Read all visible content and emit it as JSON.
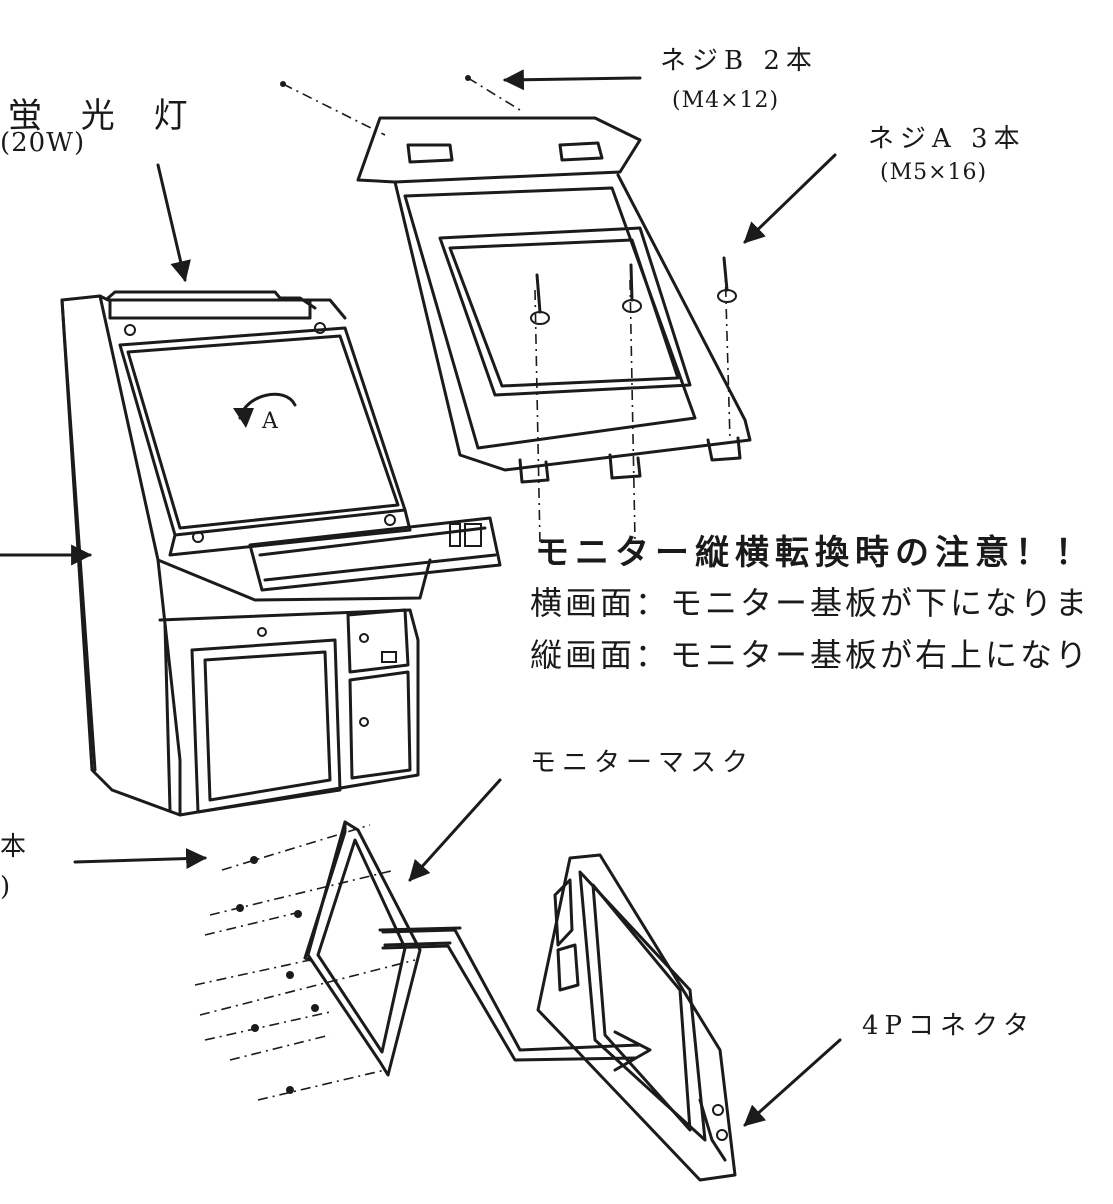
{
  "labels": {
    "fluorescent_lamp": "蛍 光 灯",
    "fluorescent_watt": "(20W)",
    "screw_b": "ネジB 2本",
    "screw_b_spec": "(M4×12)",
    "screw_a": "ネジA 3本",
    "screw_a_spec": "(M5×16)",
    "rotate_mark": "A",
    "monitor_mask": "モニターマスク",
    "connector_4p": "4Pコネクタ",
    "left_cut_1": "本",
    "left_cut_2": ")"
  },
  "note": {
    "title": "モニター縦横転換時の注意！！",
    "line1": "横画面：モニター基板が下になりま",
    "line2": "縦画面：モニター基板が右上になり"
  }
}
